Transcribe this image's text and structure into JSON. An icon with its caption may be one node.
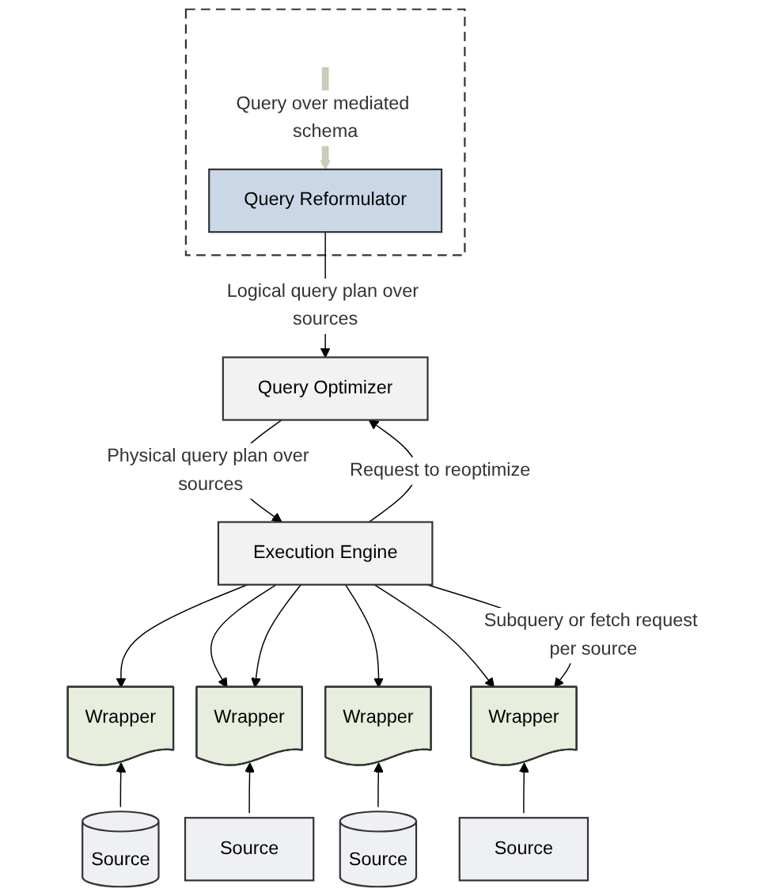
{
  "diagram": {
    "nodes": [
      {
        "text": [],
        "shape": "box"
      },
      {
        "text": [
          "Query Reformulator"
        ],
        "in": 0
      },
      {
        "text": [
          "Query Optimizer"
        ]
      },
      {
        "text": [
          "Execution Engine"
        ]
      },
      {
        "text": [
          "Wrapper"
        ]
      },
      {
        "text": [
          "Wrapper"
        ]
      },
      {
        "text": [
          "Wrapper"
        ]
      },
      {
        "text": [
          "Wrapper"
        ]
      },
      {
        "text": [
          "Source"
        ]
      },
      {
        "text": [
          "Source"
        ]
      },
      {
        "text": [
          "Source"
        ]
      },
      {
        "text": [
          "Source"
        ]
      }
    ],
    "edges": [
      {
        "from": null,
        "to": 1,
        "arrow": "to",
        "label": "Query over mediated schema",
        "style": "thick",
        "color": "#c8ccb8"
      },
      {
        "from": 1,
        "to": 2,
        "arrow": "to",
        "label": "Logical query plan over sources"
      },
      {
        "from": 2,
        "to": 3,
        "arrow": "to",
        "label": "Physical query plan over sources"
      },
      {
        "from": 3,
        "to": 2,
        "arrow": "to",
        "label": "Request to reoptimize"
      },
      {
        "from": 3,
        "to": 4,
        "arrow": "to"
      },
      {
        "from": 3,
        "to": 5,
        "arrow": "to"
      },
      {
        "from": 3,
        "to": 5,
        "arrow": "to"
      },
      {
        "from": 3,
        "to": 6,
        "arrow": "to"
      },
      {
        "from": 3,
        "to": 7,
        "arrow": "to"
      },
      {
        "from": 3,
        "to": 7,
        "arrow": "to",
        "label": "Subquery or fetch request per source"
      },
      {
        "from": 8,
        "to": 4,
        "arrow": "to"
      },
      {
        "from": 9,
        "to": 5,
        "arrow": "to"
      },
      {
        "from": 10,
        "to": 6,
        "arrow": "to"
      },
      {
        "from": 11,
        "to": 7,
        "arrow": "to"
      }
    ]
  }
}
